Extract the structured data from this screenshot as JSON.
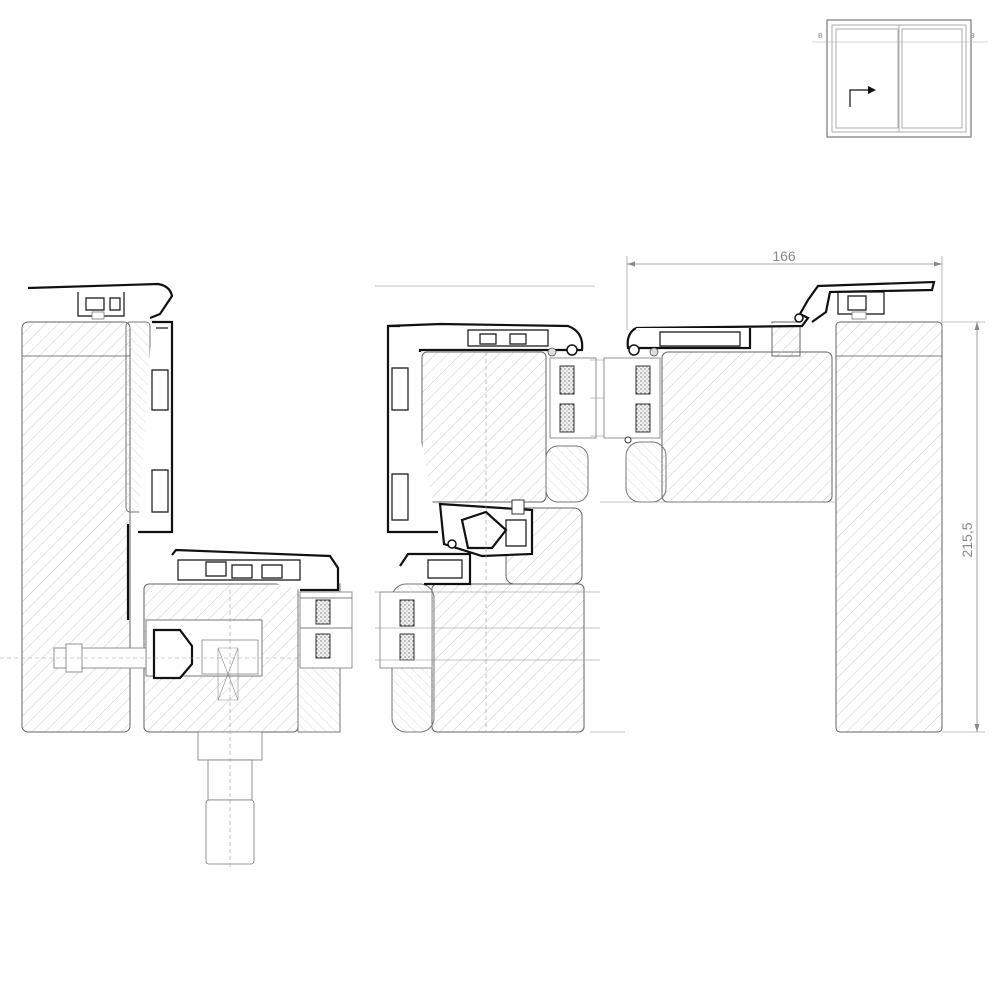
{
  "dimensions": {
    "width_label": "166",
    "height_label": "215,5"
  },
  "key_plan": {
    "section_mark_left": "B",
    "section_mark_right": "B"
  }
}
